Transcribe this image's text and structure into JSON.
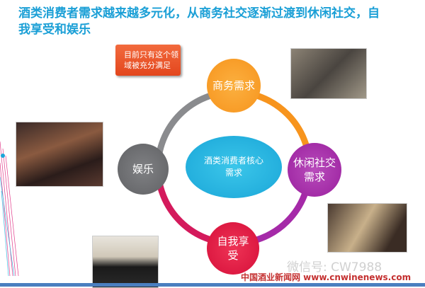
{
  "title": "酒类消费者需求越来越多元化，从商务社交逐渐过渡到休闲社交，自我享受和娱乐",
  "callout": "目前只有这个领域被充分满足",
  "center": "酒类消费者核心需求",
  "nodes": {
    "business": "商务需求",
    "leisure": "休闲社交需求",
    "self": "自我享受",
    "entertainment": "娱乐"
  },
  "watermark": {
    "wechat": "微信号: CW7988",
    "site": "中国酒业新闻网 www.cnwinenews.com"
  },
  "colors": {
    "title": "#1a9fd6",
    "business": "#f7941d",
    "leisure": "#a52aa8",
    "self": "#e0123f",
    "entertainment": "#6d6e71",
    "center": "#1aa6d8"
  }
}
